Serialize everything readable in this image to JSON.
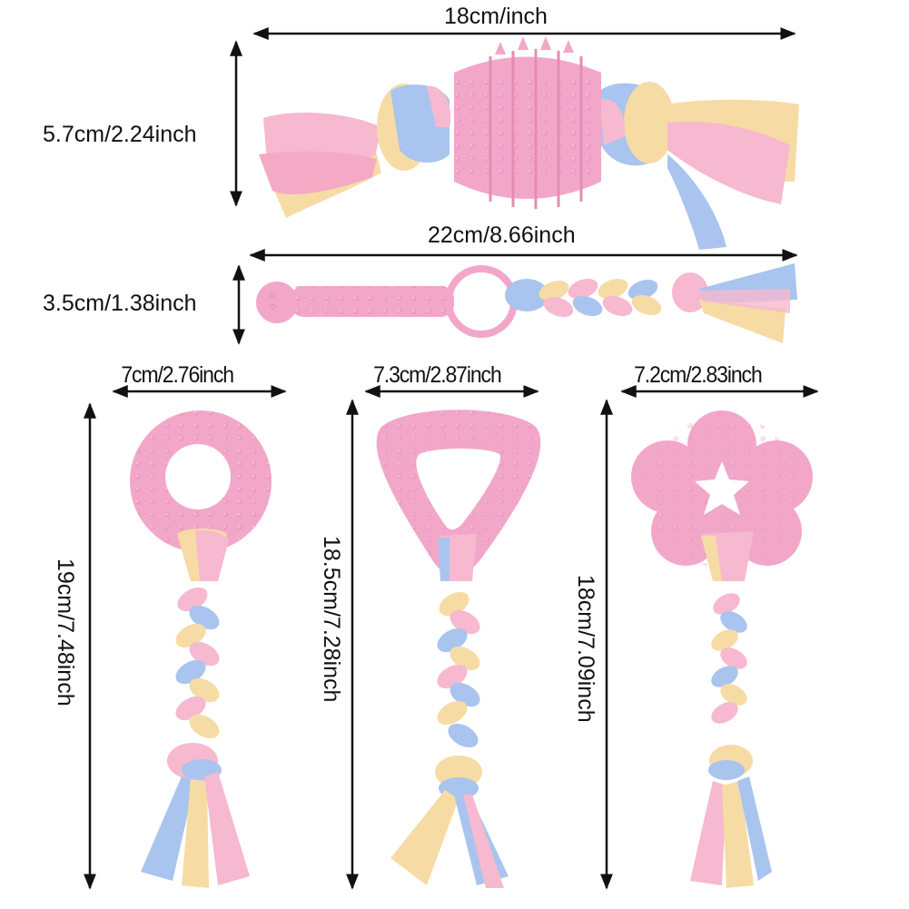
{
  "title": "Puppy chew toy set - size chart",
  "colors": {
    "background": "#ffffff",
    "dimension_line": "#111111",
    "rubber_pink": "#f2a7c9",
    "rubber_pink_dark": "#e58cb6",
    "fabric_pink": "#f6b9cf",
    "fabric_blue": "#a9c4ee",
    "fabric_yellow": "#f6dca4"
  },
  "products": [
    {
      "name": "spiked ball rope toy",
      "width_label": "18cm/inch",
      "height_label": "5.7cm/2.24inch"
    },
    {
      "name": "dumbbell stick rope toy",
      "width_label": "22cm/8.66inch",
      "height_label": "3.5cm/1.38inch"
    },
    {
      "name": "round ring rope toy",
      "width_label": "7cm/2.76inch",
      "height_label": "19cm/7.48inch"
    },
    {
      "name": "triangle ring rope toy",
      "width_label": "7.3cm/2.87inch",
      "height_label": "18.5cm/7.28inch"
    },
    {
      "name": "flower ring rope toy",
      "width_label": "7.2cm/2.83inch",
      "height_label": "18cm/7.09inch"
    }
  ]
}
